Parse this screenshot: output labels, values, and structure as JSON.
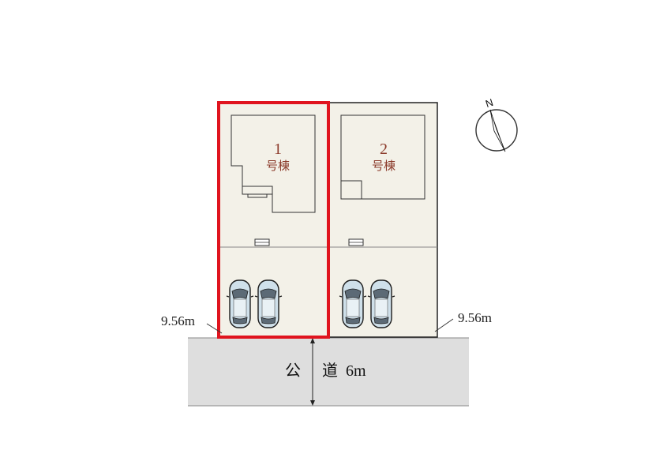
{
  "lots": [
    {
      "number": "1",
      "suffix": "号棟",
      "highlighted": true
    },
    {
      "number": "2",
      "suffix": "号棟",
      "highlighted": false
    }
  ],
  "frontage": {
    "left": "9.56m",
    "right": "9.56m"
  },
  "road": {
    "kind": "公",
    "kind2": "道",
    "width": "6m"
  },
  "compass": {
    "label": "N"
  },
  "colors": {
    "lot_fill": "#f3f1e8",
    "highlight": "#e0141e",
    "road_fill": "#dedede",
    "car_body": "#cfe0ea",
    "lot_text": "#8b3a2a"
  }
}
